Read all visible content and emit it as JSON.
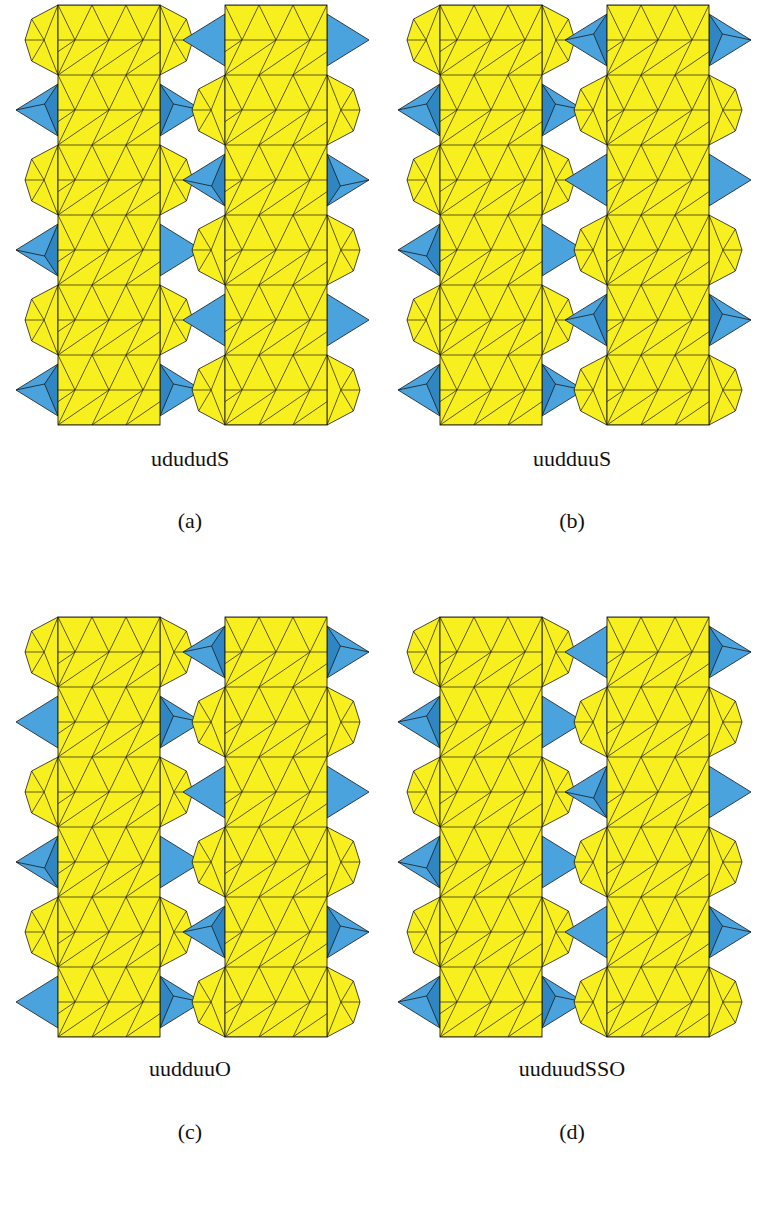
{
  "diagram": {
    "labels": [
      "udududS",
      "(a)",
      "uudduuS",
      "(b)",
      "uudduuO",
      "(c)",
      "uuduudSSO",
      "(d)"
    ]
  }
}
